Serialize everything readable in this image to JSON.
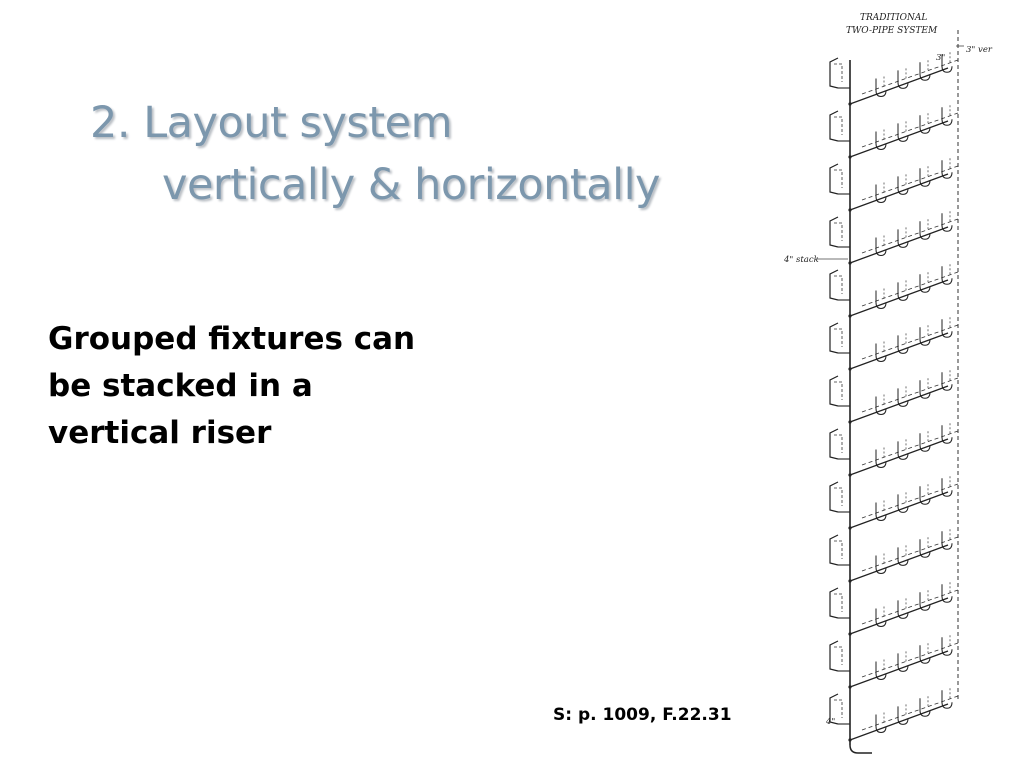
{
  "slide": {
    "title": {
      "line1": "2. Layout system",
      "line2": "vertically & horizontally"
    },
    "body": {
      "line1": "Grouped fixtures can",
      "line2": "be stacked in a",
      "line3": "vertical riser"
    },
    "source": "S: p. 1009, F.22.31",
    "title_color": "#7c97ad",
    "text_color": "#000000"
  },
  "figure": {
    "heading_line1": "TRADITIONAL",
    "heading_line2": "TWO-PIPE SYSTEM",
    "label_vent_top": "3\"",
    "label_vent_right": "3\" ver",
    "label_stack": "4\" stack",
    "label_bottom": "4\"",
    "floor_count": 13
  }
}
